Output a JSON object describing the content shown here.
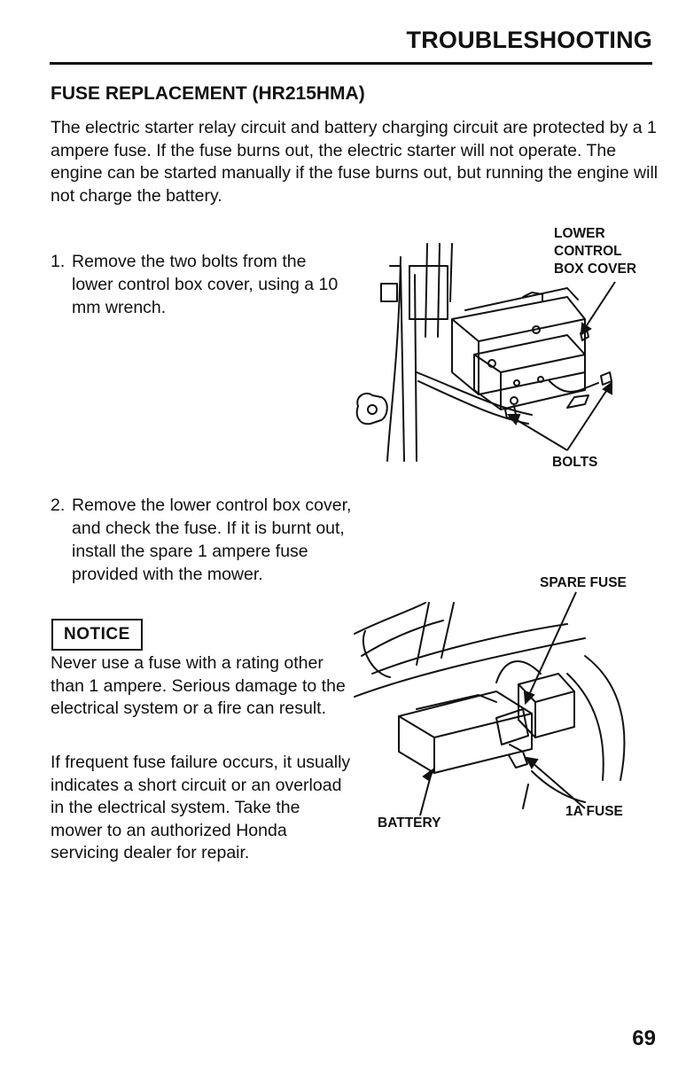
{
  "header": {
    "title": "TROUBLESHOOTING"
  },
  "section": {
    "title": "FUSE REPLACEMENT (HR215HMA)",
    "intro": "The electric starter relay circuit and battery charging circuit are protected by a 1 ampere fuse. If the fuse burns out, the electric starter will not operate. The engine can be started manually if the fuse burns out, but running the engine will not charge the battery."
  },
  "steps": [
    {
      "number": "1.",
      "text": "Remove the two bolts from the lower control box cover, using a 10 mm wrench."
    },
    {
      "number": "2.",
      "text": "Remove the lower control box cover, and check the fuse. If it is burnt out, install the spare 1 ampere fuse provided with the mower."
    }
  ],
  "notice": {
    "label": "NOTICE",
    "text": "Never use a fuse with a rating other than 1 ampere. Serious damage to the electrical system or a fire can result."
  },
  "advice": "If frequent fuse failure occurs, it usually indicates a short circuit or an overload in the electrical system. Take the mower to an authorized Honda servicing dealer for repair.",
  "figure1": {
    "label_lower": "LOWER",
    "label_control": "CONTROL",
    "label_box_cover": "BOX COVER",
    "label_bolts": "BOLTS"
  },
  "figure2": {
    "label_spare_fuse": "SPARE FUSE",
    "label_fuse": "1A FUSE",
    "label_battery": "BATTERY"
  },
  "page_number": "69"
}
